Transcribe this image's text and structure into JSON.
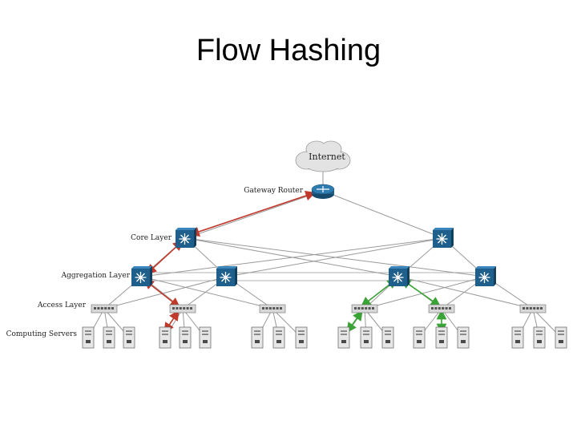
{
  "slide": {
    "title": "Flow Hashing"
  },
  "diagram": {
    "cloud_label": "Internet",
    "layer_labels": {
      "gateway": "Gateway Router",
      "core": "Core Layer",
      "aggregation": "Aggregation Layer",
      "access": "Access Layer",
      "servers": "Computing Servers"
    },
    "colors": {
      "switch": "#1f5f8b",
      "link": "#9a9a9a",
      "flow_red": "#c0392b",
      "flow_green": "#3aa335"
    },
    "icons": {
      "cloud": "cloud-icon",
      "router": "router-icon",
      "l3_switch": "multilayer-switch-icon",
      "access_switch": "access-switch-icon",
      "server": "server-tower-icon"
    }
  }
}
